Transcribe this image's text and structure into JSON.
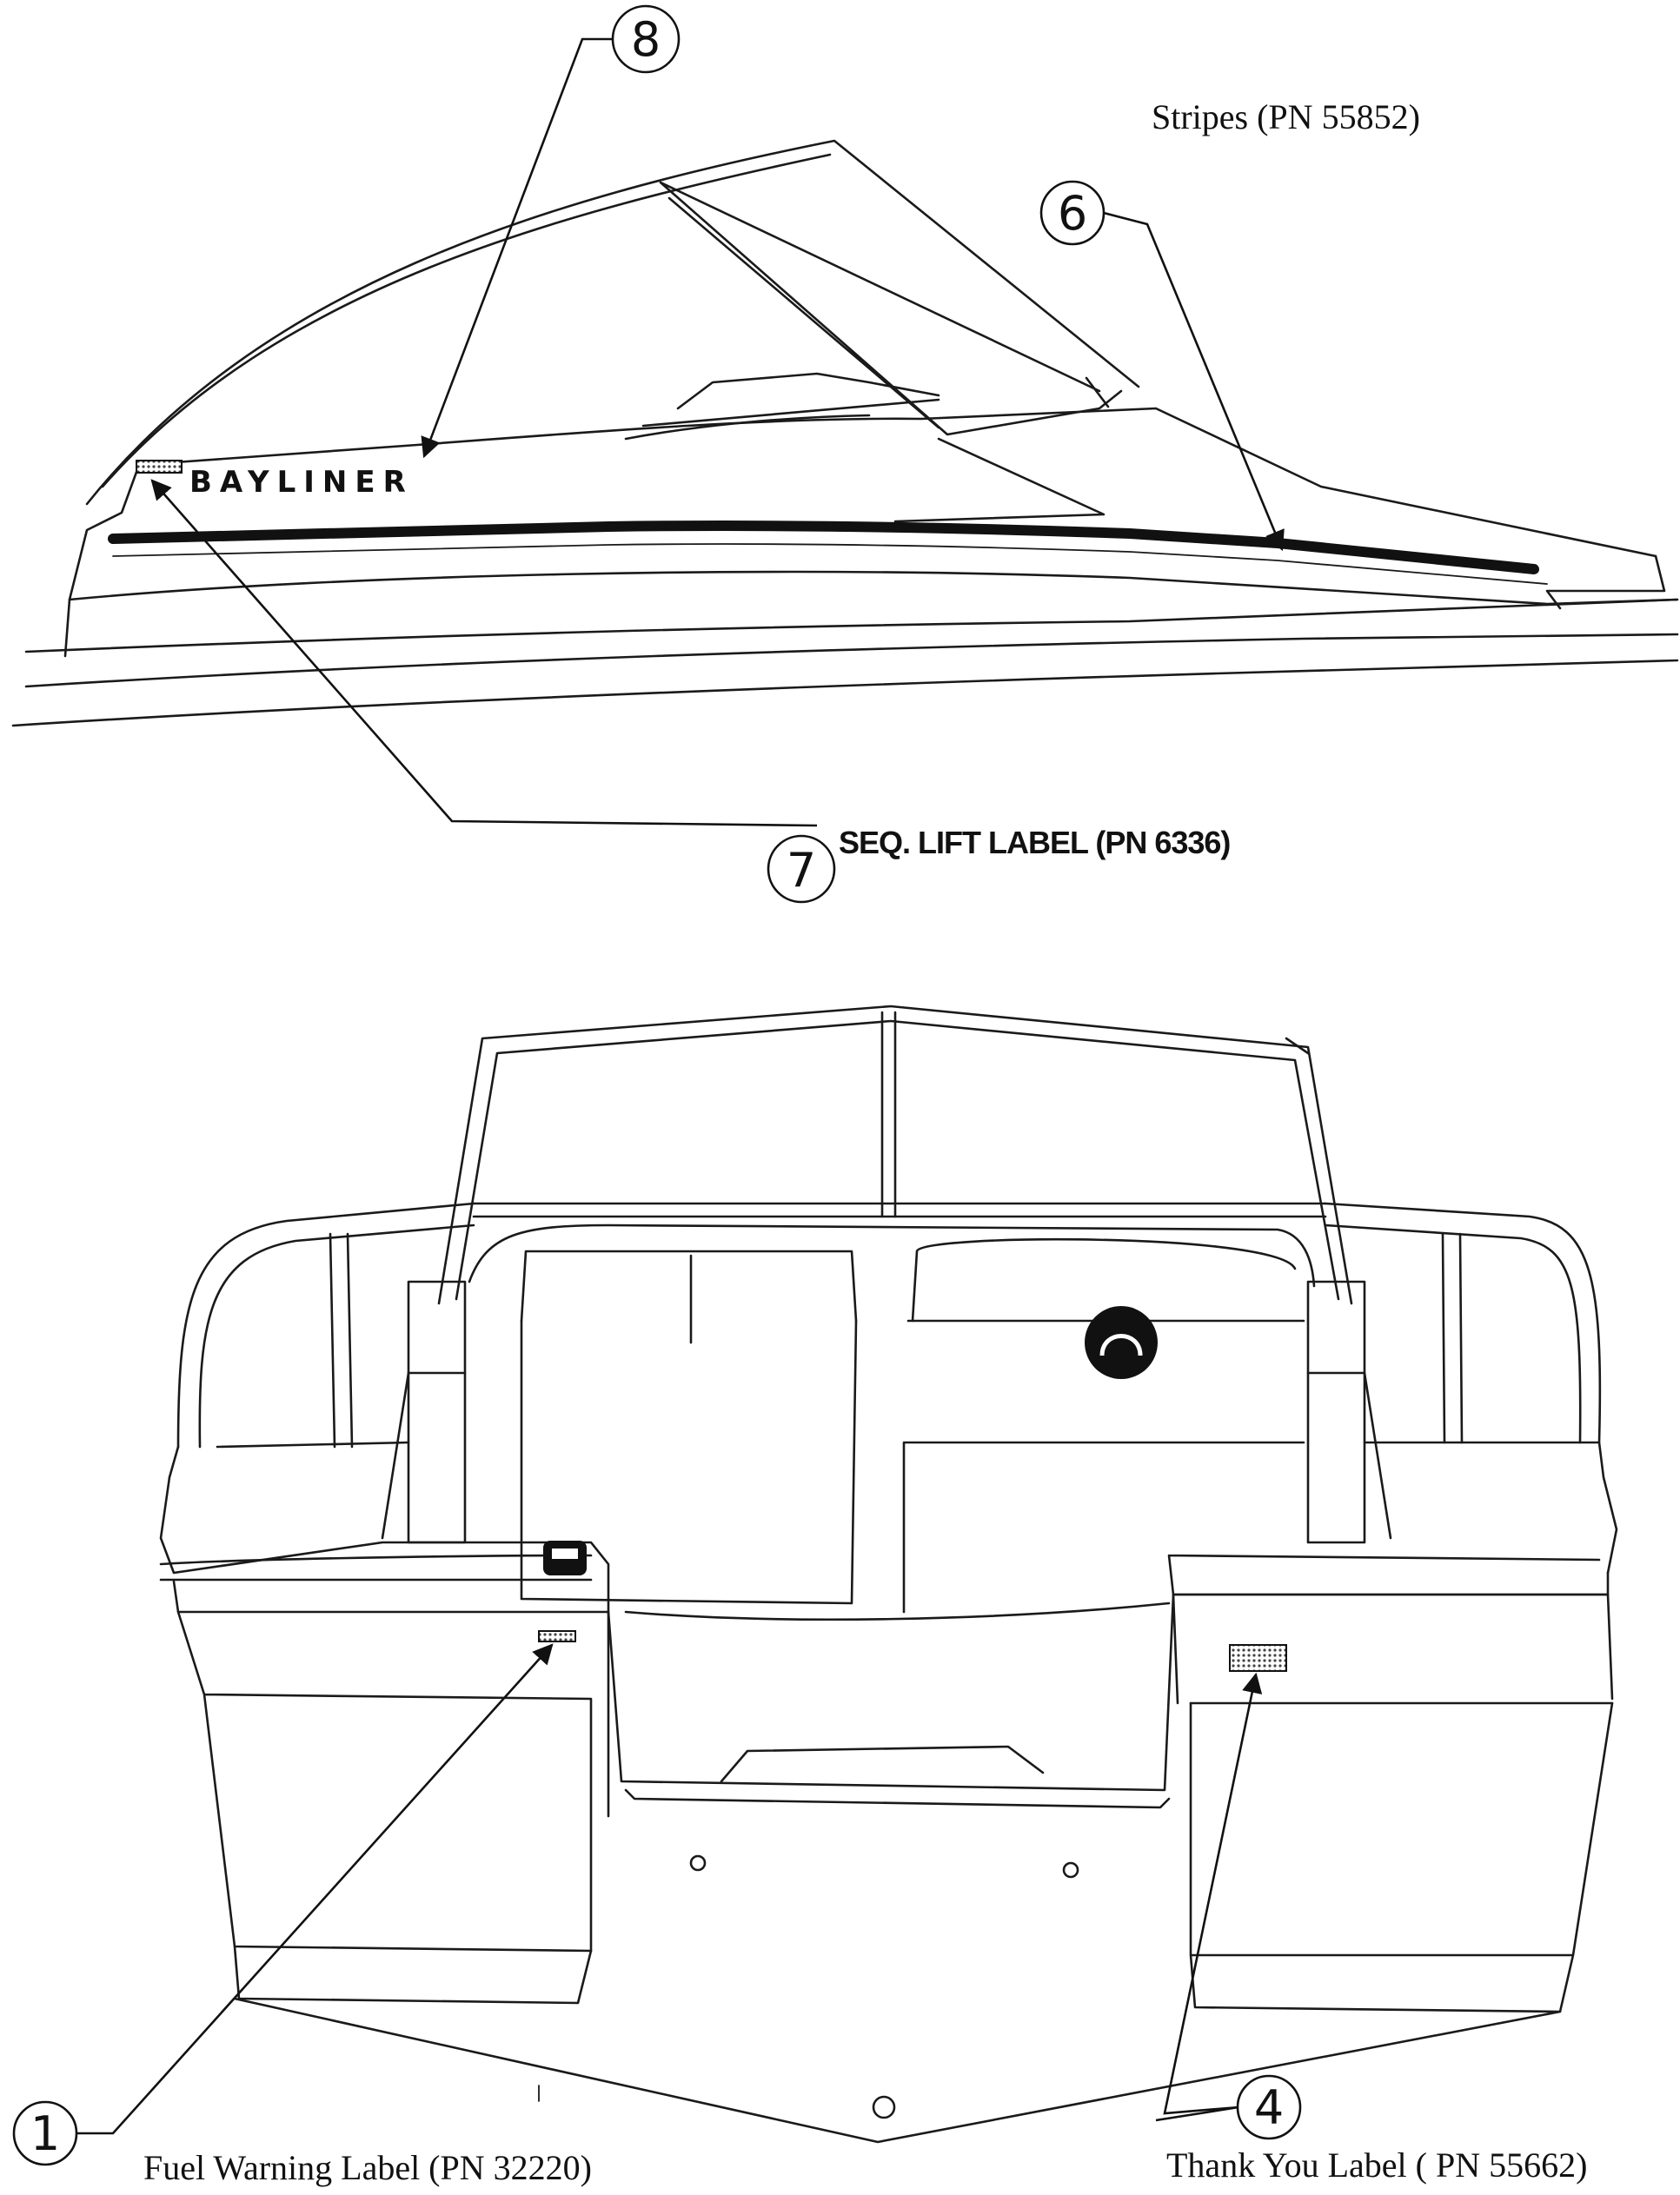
{
  "callouts": {
    "c8": {
      "number": "8"
    },
    "c6": {
      "number": "6",
      "label": "Stripes (PN 55852)"
    },
    "c7": {
      "number": "7",
      "label": "SEQ. LIFT LABEL (PN 6336)"
    },
    "c1": {
      "number": "1",
      "label": "Fuel Warning Label (PN 32220)"
    },
    "c4": {
      "number": "4",
      "label": "Thank You Label ( PN 55662)"
    }
  },
  "hull_brand": "BAYLINER"
}
